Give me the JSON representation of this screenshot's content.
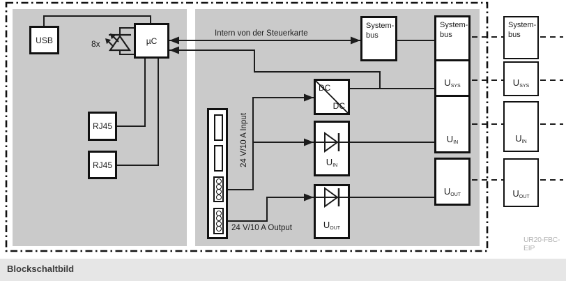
{
  "footer": {
    "title": "Blockschaltbild"
  },
  "watermark": "UR20-FBC-EIP",
  "colors": {
    "panel": "#cacaca",
    "line": "#1c1c1c",
    "footer_bg": "#e6e6e6",
    "watermark_text": "#b3b3b3"
  },
  "left_panel": {
    "usb": "USB",
    "uc": "µC",
    "led_count": "8x",
    "rj45_top": "RJ45",
    "rj45_bottom": "RJ45"
  },
  "mid": {
    "intern_line_label": "Intern von der Steuerkarte",
    "input_label": "24 V/10 A Input",
    "output_label": "24 V/10 A Output",
    "dcdc_top": "DC",
    "dcdc_bottom": "DC",
    "systembus_line1": "System-",
    "systembus_line2": "bus",
    "u_in_base": "U",
    "u_in_sub": "IN",
    "u_out_base": "U",
    "u_out_sub": "OUT"
  },
  "inner_column": {
    "systembus_line1": "System-",
    "systembus_line2": "bus",
    "u_sys_base": "U",
    "u_sys_sub": "SYS",
    "u_in_base": "U",
    "u_in_sub": "IN",
    "u_out_base": "U",
    "u_out_sub": "OUT"
  },
  "outer_column": {
    "systembus_line1": "System-",
    "systembus_line2": "bus",
    "u_sys_base": "U",
    "u_sys_sub": "SYS",
    "u_in_base": "U",
    "u_in_sub": "IN",
    "u_out_base": "U",
    "u_out_sub": "OUT"
  }
}
